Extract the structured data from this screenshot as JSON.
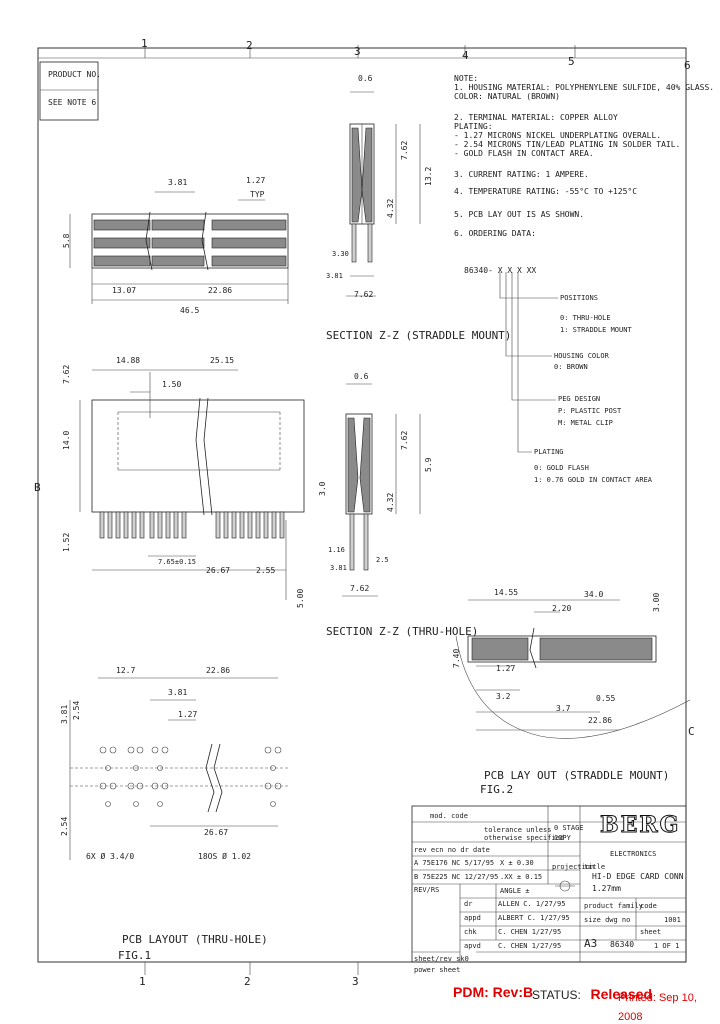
{
  "grid": {
    "top": [
      "1",
      "2",
      "3",
      "4",
      "5",
      "6"
    ],
    "bottom": [
      "1",
      "2",
      "3"
    ],
    "side": [
      "C",
      "B"
    ]
  },
  "product_box": {
    "line1": "PRODUCT NO.",
    "line2": "SEE NOTE 6"
  },
  "notes": [
    "NOTE:",
    "1. HOUSING MATERIAL: POLYPHENYLENE SULFIDE, 40% GLASS.",
    "                    COLOR: NATURAL (BROWN)",
    "2. TERMINAL MATERIAL: COPPER ALLOY",
    "   PLATING:",
    "   - 1.27 MICRONS NICKEL UNDERPLATING OVERALL.",
    "   - 2.54 MICRONS TIN/LEAD PLATING IN SOLDER TAIL.",
    "   - GOLD FLASH IN CONTACT AREA.",
    "3. CURRENT RATING: 1 AMPERE.",
    "4. TEMPERATURE RATING: -55°C TO +125°C",
    "5. PCB LAY OUT IS AS SHOWN.",
    "6. ORDERING DATA:"
  ],
  "ordering": {
    "code": "86340- X X X XX",
    "positions": "POSITIONS",
    "mount_1": "0: THRU-HOLE",
    "mount_2": "1: STRADDLE MOUNT",
    "housing_color": "HOUSING COLOR",
    "housing_color_1": "0: BROWN",
    "peg_design": "PEG DESIGN",
    "peg_1": "P: PLASTIC POST",
    "peg_2": "M: METAL CLIP",
    "plating": "PLATING",
    "plating_1": "0: GOLD FLASH",
    "plating_2": "1: 0.76 GOLD IN CONTACT AREA"
  },
  "dims": {
    "d381a": "3.81",
    "d127a": "1.27",
    "typ": "TYP",
    "d1307": "13.07",
    "d2286a": "22.86",
    "d465": "46.5",
    "d58": "5.8",
    "d1488": "14.88",
    "d2515": "25.15",
    "d150": "1.50",
    "d762a": "7.62",
    "d140": "14.0",
    "d152": "1.52",
    "d765": "7.65±0.15",
    "d2667a": "26.67",
    "d255": "2.55",
    "d500": "5.00",
    "d06a": "0.6",
    "d762b": "7.62",
    "d132": "13.2",
    "d432a": "4.32",
    "d330": "3.30",
    "d381b": "3.81",
    "d762c": "7.62",
    "sec1": "SECTION Z-Z (STRADDLE MOUNT)",
    "d06b": "0.6",
    "d762d": "7.62",
    "d59": "5.9",
    "d30": "3.0",
    "d432b": "4.32",
    "d116": "1.16",
    "d381c": "3.81",
    "d25": "2.5",
    "d762e": "7.62",
    "sec2": "SECTION Z-Z (THRU-HOLE)",
    "d1455": "14.55",
    "d340": "34.0",
    "d300": "3.00",
    "d220": "2.20",
    "d740": "7.40",
    "d127b": "1.27",
    "d32": "3.2",
    "d055": "0.55",
    "d37": "3.7",
    "d2286b": "22.86",
    "fig2a": "PCB LAY OUT (STRADDLE MOUNT)",
    "fig2b": "FIG.2",
    "d127c": "12.7",
    "d2286c": "22.86",
    "d381d": "3.81",
    "d127d": "1.27",
    "d254a": "2.54",
    "d381e": "3.81",
    "d254b": "2.54",
    "d2667b": "26.67",
    "hole1": "6X Ø 3.4/0",
    "hole2": "18OS Ø 1.02",
    "fig1a": "PCB LAYOUT (THRU-HOLE)",
    "fig1b": "FIG.1"
  },
  "title_block": {
    "mod_code": "mod. code",
    "tol1": "tolerance unless",
    "tol2": "otherwise specified",
    "scale": "0 STAGE",
    "copy": "COPY",
    "rev_hdr": "rev ecn no  dr  date",
    "rev_a": "A  75E176  NC  5/17/95",
    "rev_b": "B  75E225  NC  12/27/95",
    "rev_b2": "REV/RS",
    "tol_a": "X  ±  0.30",
    "tol_b": ".XX ±  0.15",
    "tol_c": "ANGLE  ±",
    "proj": "projection",
    "title_lbl": "title",
    "title1": "HI-D EDGE CARD CONN.",
    "title2": "1.27mm",
    "dr": "dr",
    "dr_val": "ALLEN C.  1/27/95",
    "appd": "appd",
    "appd_val": "ALBERT C.  1/27/95",
    "chk": "chk",
    "chk_val": "C. CHEN  1/27/95",
    "apvd": "apvd",
    "apvd_val": "C. CHEN  1/27/95",
    "product_family": "product family",
    "size_dwg": "size  dwg no",
    "code": "code",
    "code_val": "1001",
    "sheet": "sheet",
    "sheet_val": "1 OF 1",
    "size": "A3",
    "dwg_no": "86340",
    "cust": "sheet/rev sk0",
    "power": "power sheet",
    "logo": "BERG",
    "logo_sub": "ELECTRONICS"
  },
  "footer": {
    "pdm": "PDM: Rev:B",
    "status_lbl": "STATUS:",
    "status_val": "Released",
    "printed": "Printed: Sep 10, 2008"
  }
}
